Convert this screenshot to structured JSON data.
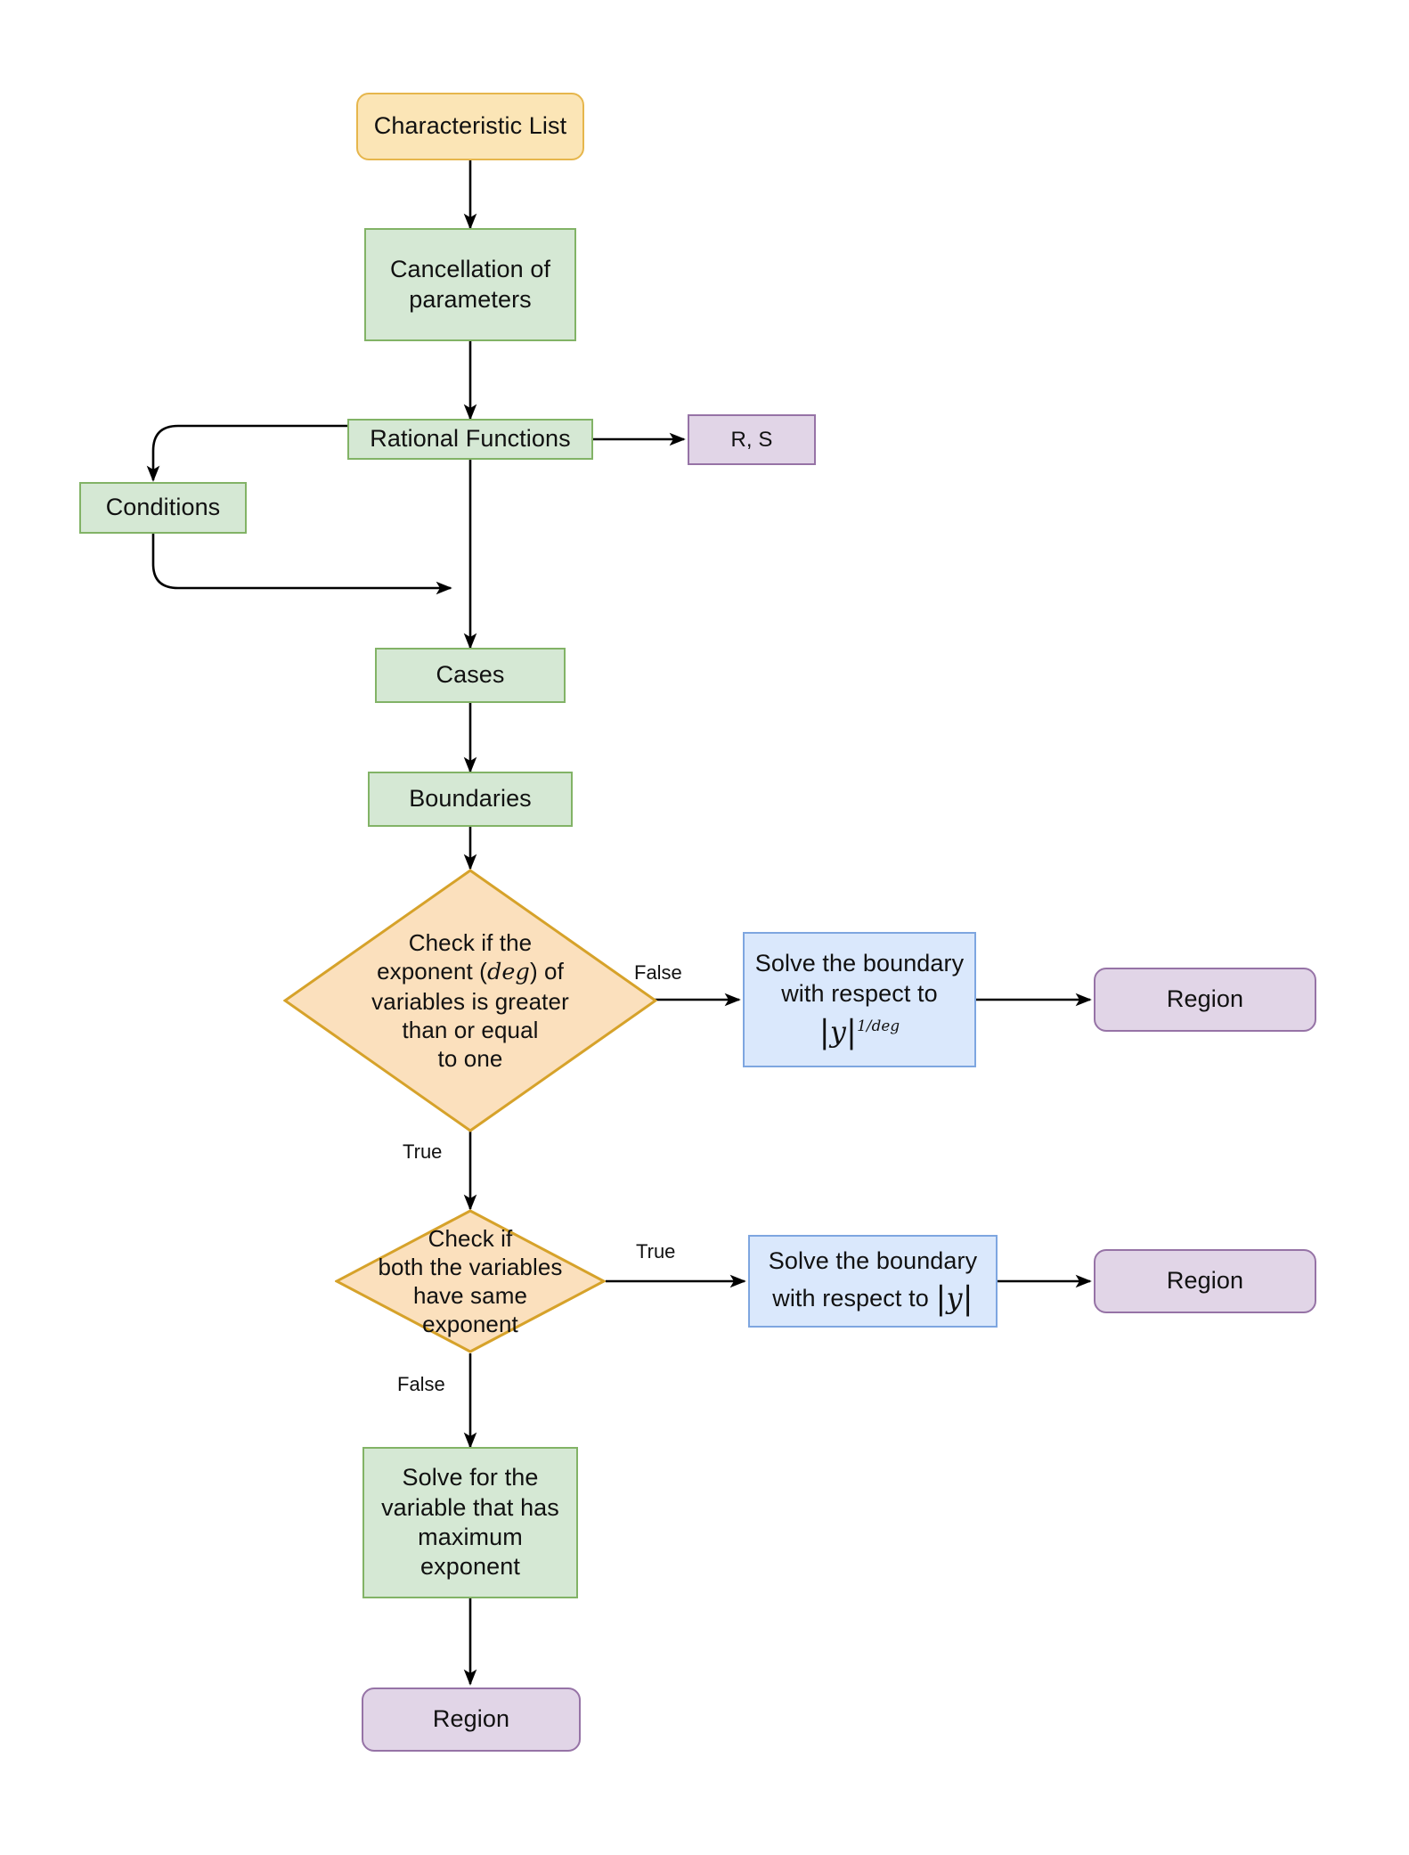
{
  "diagram": {
    "title": "Region computation flowchart",
    "background": "#ffffff",
    "palette": {
      "start_fill": "#fbe5b6",
      "start_stroke": "#e6b64c",
      "process_fill": "#d5e8d4",
      "process_stroke": "#82b366",
      "decision_fill": "#fbe0bd",
      "decision_stroke": "#d6a22a",
      "output_fill": "#e1d5e7",
      "output_stroke": "#9673a6",
      "solve_fill": "#dae8fc",
      "solve_stroke": "#7ea6e0",
      "edge": "#000000"
    },
    "nodes": [
      {
        "id": "characteristic-list",
        "label": "Characteristic List",
        "shape": "rounded-rect",
        "type": "start"
      },
      {
        "id": "cancellation",
        "label": "Cancellation of parameters",
        "shape": "rect",
        "type": "process"
      },
      {
        "id": "rational-functions",
        "label": "Rational Functions",
        "shape": "rect",
        "type": "process"
      },
      {
        "id": "rs",
        "label": "R, S",
        "shape": "rect",
        "type": "output"
      },
      {
        "id": "conditions",
        "label": "Conditions",
        "shape": "rect",
        "type": "process"
      },
      {
        "id": "cases",
        "label": "Cases",
        "shape": "rect",
        "type": "process"
      },
      {
        "id": "boundaries",
        "label": "Boundaries",
        "shape": "rect",
        "type": "process"
      },
      {
        "id": "check-deg",
        "label": "Check if the exponent (deg) of variables is greater than or equal to one",
        "shape": "diamond",
        "type": "decision"
      },
      {
        "id": "solve-deg",
        "label": "Solve the boundary with respect to |y|^(1/deg)",
        "shape": "rect",
        "type": "solve"
      },
      {
        "id": "region-1",
        "label": "Region",
        "shape": "rounded-rect",
        "type": "output"
      },
      {
        "id": "check-same-exponent",
        "label": "Check if both the variables have same exponent",
        "shape": "diamond",
        "type": "decision"
      },
      {
        "id": "solve-y",
        "label": "Solve the boundary with respect to |y|",
        "shape": "rect",
        "type": "solve"
      },
      {
        "id": "region-2",
        "label": "Region",
        "shape": "rounded-rect",
        "type": "output"
      },
      {
        "id": "solve-max-exponent",
        "label": "Solve for the variable that has maximum exponent",
        "shape": "rect",
        "type": "process"
      },
      {
        "id": "region-3",
        "label": "Region",
        "shape": "rounded-rect",
        "type": "output"
      }
    ],
    "edges": [
      {
        "from": "characteristic-list",
        "to": "cancellation",
        "label": ""
      },
      {
        "from": "cancellation",
        "to": "rational-functions",
        "label": ""
      },
      {
        "from": "rational-functions",
        "to": "rs",
        "label": ""
      },
      {
        "from": "rational-functions",
        "to": "conditions",
        "label": ""
      },
      {
        "from": "conditions",
        "to": "cases",
        "label": ""
      },
      {
        "from": "rational-functions",
        "to": "cases",
        "label": ""
      },
      {
        "from": "cases",
        "to": "boundaries",
        "label": ""
      },
      {
        "from": "boundaries",
        "to": "check-deg",
        "label": ""
      },
      {
        "from": "check-deg",
        "to": "solve-deg",
        "label": "False"
      },
      {
        "from": "solve-deg",
        "to": "region-1",
        "label": ""
      },
      {
        "from": "check-deg",
        "to": "check-same-exponent",
        "label": "True"
      },
      {
        "from": "check-same-exponent",
        "to": "solve-y",
        "label": "True"
      },
      {
        "from": "solve-y",
        "to": "region-2",
        "label": ""
      },
      {
        "from": "check-same-exponent",
        "to": "solve-max-exponent",
        "label": "False"
      },
      {
        "from": "solve-max-exponent",
        "to": "region-3",
        "label": ""
      }
    ],
    "labels": {
      "characteristic_list": "Characteristic List",
      "cancellation_line1": "Cancellation of",
      "cancellation_line2": "parameters",
      "rational_functions": "Rational Functions",
      "rs": "R, S",
      "conditions": "Conditions",
      "cases": "Cases",
      "boundaries": "Boundaries",
      "check_deg_line1": "Check if the",
      "check_deg_line2_pre": "exponent (",
      "check_deg_line2_math": "deg",
      "check_deg_line2_post": ") of",
      "check_deg_line3": "variables is greater",
      "check_deg_line4": "than or equal",
      "check_deg_line5": "to one",
      "solve_deg_line1": "Solve the boundary",
      "solve_deg_line2": "with respect to",
      "solve_deg_math_var": "y",
      "solve_deg_math_exp": "1/deg",
      "region_1": "Region",
      "check_same_line1": "Check if",
      "check_same_line2": "both the variables",
      "check_same_line3": "have same",
      "check_same_line4": "exponent",
      "solve_y_line1": "Solve the boundary",
      "solve_y_line2": "with respect to",
      "solve_y_math_var": "y",
      "region_2": "Region",
      "solve_max_line1": "Solve for the",
      "solve_max_line2": "variable that has",
      "solve_max_line3": "maximum",
      "solve_max_line4": "exponent",
      "region_3": "Region",
      "edge_false_1": "False",
      "edge_true_1": "True",
      "edge_true_2": "True",
      "edge_false_2": "False"
    }
  }
}
